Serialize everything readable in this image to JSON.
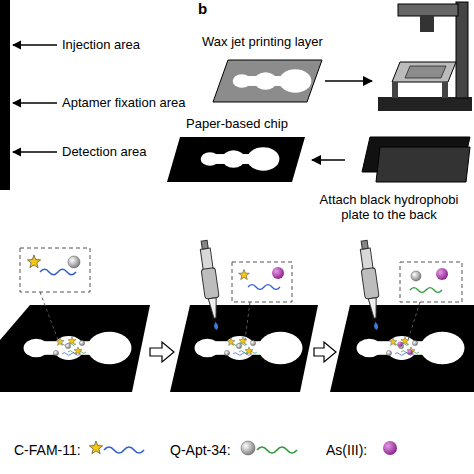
{
  "diagram": {
    "labels": [
      "Injection area",
      "Aptamer fixation area",
      "Detection area",
      "b",
      "Wax jet printing layer",
      "Paper-based chip",
      "Attach black hydrophobi plate to the back"
    ],
    "legend": [
      {
        "text": "C-FAM-11:"
      },
      {
        "text": "Q-Apt-34:"
      },
      {
        "text": "As(III):"
      }
    ]
  }
}
